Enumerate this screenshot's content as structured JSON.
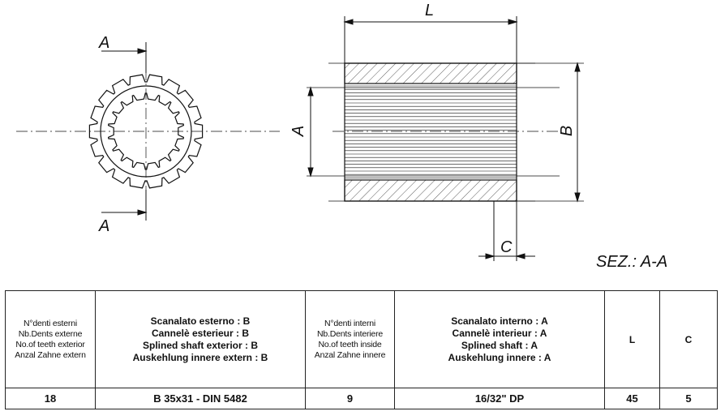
{
  "drawing": {
    "section_label_top": "A",
    "section_label_bottom": "A",
    "dim_L": "L",
    "dim_B": "B",
    "dim_A": "A",
    "dim_C": "C",
    "section_title": "SEZ.: A-A"
  },
  "table": {
    "headers": [
      [
        "N°denti esterni",
        "Nb.Dents externe",
        "No.of teeth exterior",
        "Anzal Zahne extern"
      ],
      [
        "Scanalato esterno : B",
        "Cannelè esterieur : B",
        "Splined shaft exterior : B",
        "Auskehlung innere extern  : B"
      ],
      [
        "N°denti interni",
        "Nb.Dents interiere",
        "No.of teeth inside",
        "Anzal Zahne innere"
      ],
      [
        "Scanalato interno : A",
        "Cannelè interieur : A",
        "Splined shaft : A",
        "Auskehlung innere  : A"
      ],
      [
        "L"
      ],
      [
        "C"
      ]
    ],
    "values": [
      "18",
      "B 35x31 - DIN 5482",
      "9",
      "16/32\" DP",
      "45",
      "5"
    ]
  }
}
